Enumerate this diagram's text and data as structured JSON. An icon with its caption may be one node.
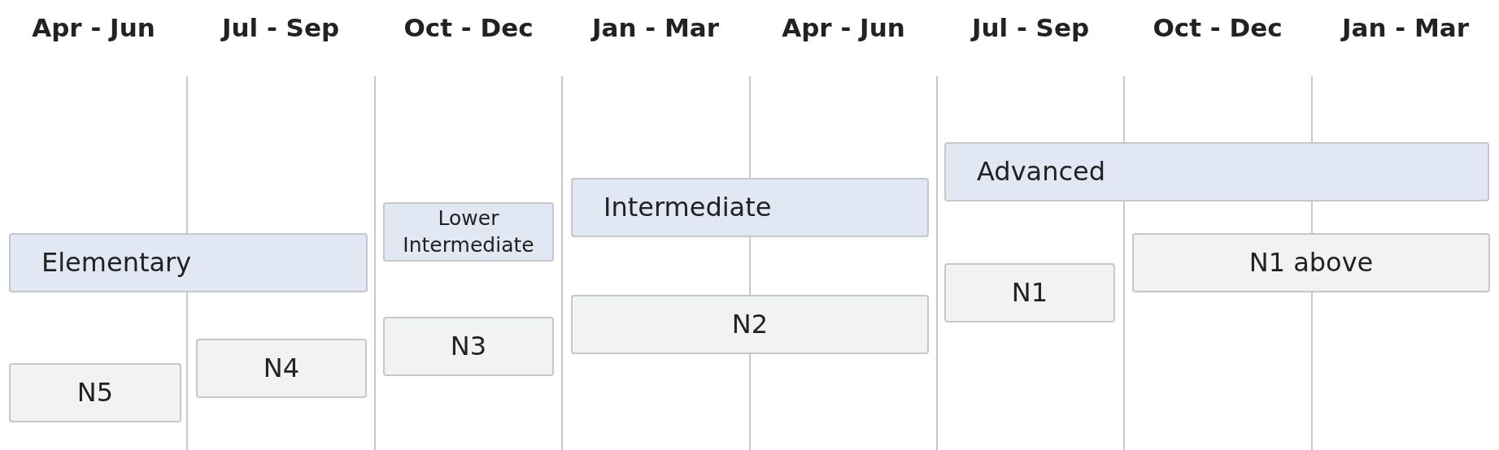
{
  "diagram": {
    "nodes": [
      {
        "text": [
          "Elementary"
        ]
      },
      {
        "text": [
          "N5"
        ]
      },
      {
        "text": [
          "N4"
        ]
      },
      {
        "text": [
          "Lower Intermediate"
        ]
      },
      {
        "text": [
          "N3"
        ]
      },
      {
        "text": [
          "Intermediate"
        ]
      },
      {
        "text": [
          "N2"
        ]
      },
      {
        "text": [
          "Advanced"
        ]
      },
      {
        "text": [
          "N1"
        ]
      },
      {
        "text": [
          "N1 above"
        ]
      }
    ],
    "edges": [],
    "labels": [
      "Apr - Jun",
      "Jul - Sep",
      "Oct - Dec",
      "Jan - Mar",
      "Apr - Jun",
      "Jul - Sep",
      "Oct - Dec",
      "Jan - Mar"
    ]
  }
}
